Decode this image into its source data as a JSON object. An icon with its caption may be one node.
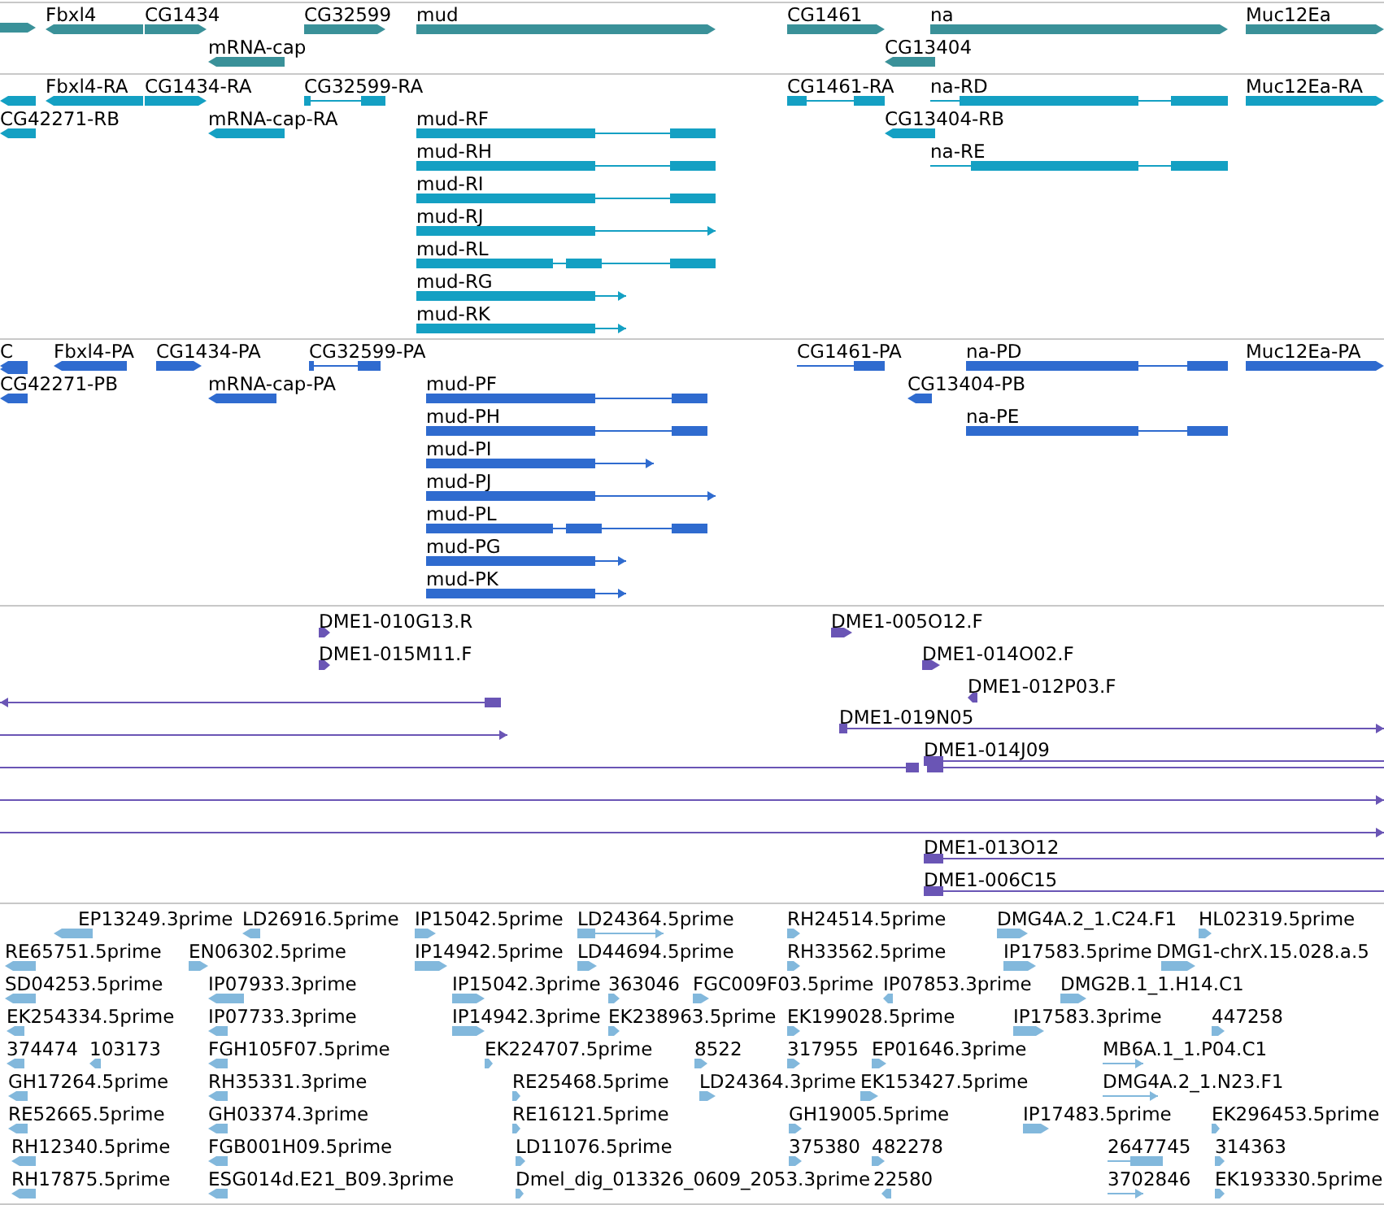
{
  "diagram": {
    "labels": [
      "Fbxl4",
      "CG1434",
      "CG32599",
      "mud",
      "CG1461",
      "na",
      "Muc12Ea",
      "mRNA-cap",
      "CG13404",
      "Fbxl4-RA",
      "CG1434-RA",
      "CG32599-RA",
      "CG1461-RA",
      "na-RD",
      "Muc12Ea-RA",
      "CG42271-RB",
      "mRNA-cap-RA",
      "mud-RF",
      "CG13404-RB",
      "mud-RH",
      "na-RE",
      "mud-RI",
      "mud-RJ",
      "mud-RL",
      "mud-RG",
      "mud-RK",
      "C",
      "Fbxl4-PA",
      "CG1434-PA",
      "CG32599-PA",
      "CG1461-PA",
      "na-PD",
      "Muc12Ea-PA",
      "CG42271-PB",
      "mRNA-cap-PA",
      "mud-PF",
      "CG13404-PB",
      "mud-PH",
      "na-PE",
      "mud-PI",
      "mud-PJ",
      "mud-PL",
      "mud-PG",
      "mud-PK",
      "DME1-010G13.R",
      "DME1-005O12.F",
      "DME1-015M11.F",
      "DME1-014O02.F",
      "DME1-012P03.F",
      "DME1-019N05",
      "DME1-014J09",
      "DME1-013O12",
      "DME1-006C15",
      "EP13249.3prime",
      "LD26916.5prime",
      "IP15042.5prime",
      "LD24364.5prime",
      "RH24514.5prime",
      "DMG4A.2_1.C24.F1",
      "HL02319.5prime",
      "RE65751.5prime",
      "EN06302.5prime",
      "IP14942.5prime",
      "LD44694.5prime",
      "RH33562.5prime",
      "IP17583.5prime",
      "DMG1-chrX.15.028.a.5",
      "SD04253.5prime",
      "IP07933.3prime",
      "IP15042.3prime",
      "363046",
      "FGC009F03.5prime",
      "IP07853.3prime",
      "DMG2B.1_1.H14.C1",
      "EK254334.5prime",
      "IP07733.3prime",
      "IP14942.3prime",
      "EK238963.5prime",
      "EK199028.5prime",
      "IP17583.3prime",
      "447258",
      "374474",
      "103173",
      "FGH105F07.5prime",
      "EK224707.5prime",
      "8522",
      "317955",
      "EP01646.3prime",
      "MB6A.1_1.P04.C1",
      "GH17264.5prime",
      "RH35331.3prime",
      "RE25468.5prime",
      "LD24364.3prime",
      "EK153427.5prime",
      "DMG4A.2_1.N23.F1",
      "RE52665.5prime",
      "GH03374.3prime",
      "RE16121.5prime",
      "GH19005.5prime",
      "IP17483.5prime",
      "EK296453.5prime",
      "RH12340.5prime",
      "FGB001H09.5prime",
      "LD11076.5prime",
      "375380",
      "482278",
      "2647745",
      "314363",
      "RH17875.5prime",
      "ESG014d.E21_B09.3prime",
      "Dmel_dig_013326_0609_2053.3prime",
      "22580",
      "3702846",
      "EK193330.5prime"
    ]
  }
}
